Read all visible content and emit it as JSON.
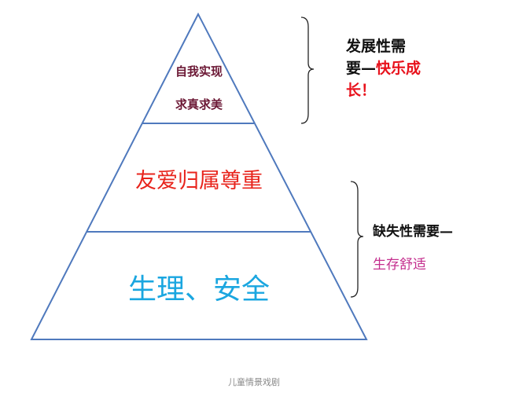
{
  "pyramid": {
    "top_line1": "自我实现",
    "top_line2": "求真求美",
    "middle": "友爱归属尊重",
    "bottom": "生理、安全"
  },
  "annotations": {
    "development": {
      "line1": "发展性需",
      "line2_prefix": "要—",
      "line2_highlight": "快乐成",
      "line3": "长！"
    },
    "deficiency": {
      "line1": "缺失性需要—",
      "line2": "生存舒适"
    }
  },
  "footer": "儿童情景戏剧",
  "colors": {
    "outline": "#4f79bd",
    "top_text": "#6b1734",
    "middle_text": "#e8241c",
    "bottom_text": "#1aa6e0",
    "highlight": "#e8121c",
    "deficiency_sub": "#c42f8e"
  }
}
